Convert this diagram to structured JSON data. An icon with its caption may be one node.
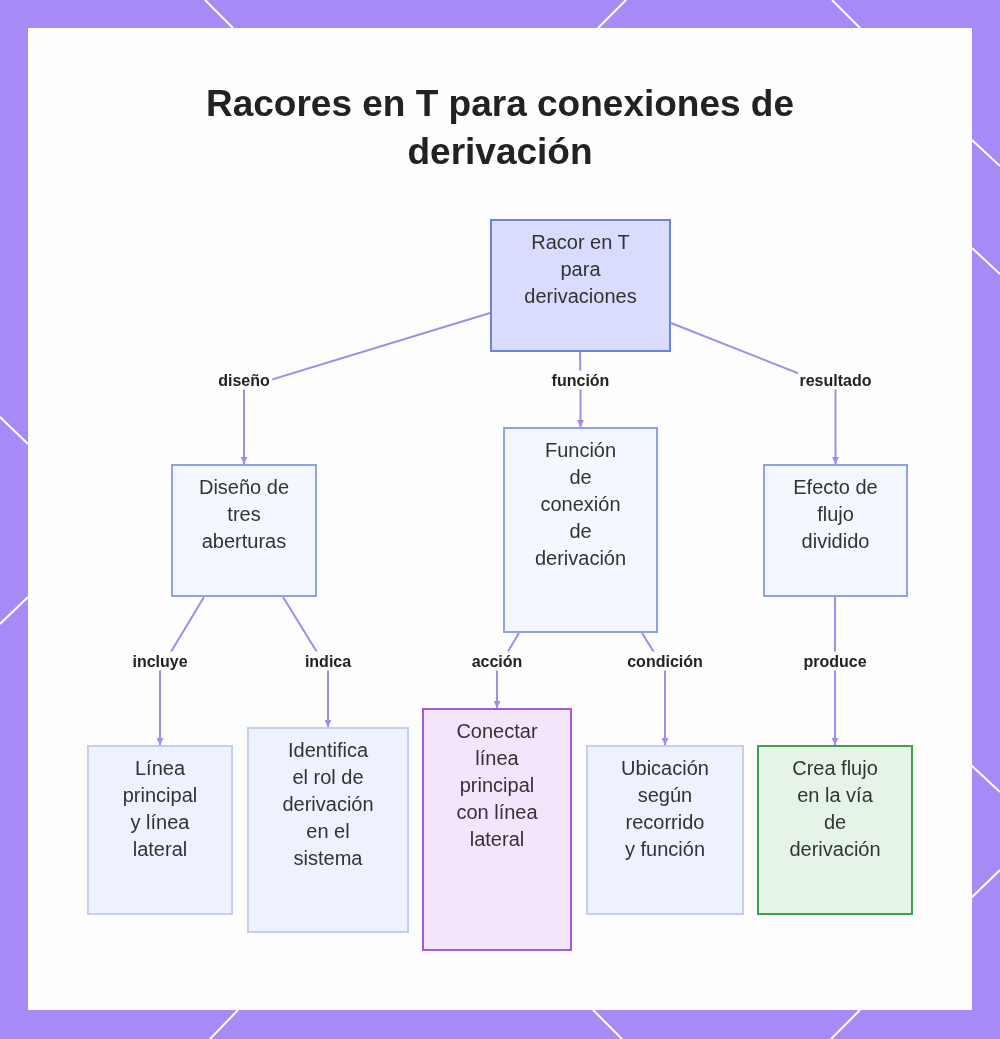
{
  "diagram": {
    "title": "Racores en T para conexiones de derivación",
    "nodes": [
      {
        "text": [
          "Racor en T para derivaciones"
        ]
      },
      {
        "text": [
          "Diseño de tres aberturas"
        ]
      },
      {
        "text": [
          "Función de conexión de derivación"
        ]
      },
      {
        "text": [
          "Efecto de flujo dividido"
        ]
      },
      {
        "text": [
          "Línea principal y línea lateral"
        ]
      },
      {
        "text": [
          "Identifica el rol de derivación en el sistema"
        ]
      },
      {
        "text": [
          "Conectar línea principal con línea lateral"
        ]
      },
      {
        "text": [
          "Ubicación según recorrido y función"
        ]
      },
      {
        "text": [
          "Crea flujo en la vía de derivación"
        ]
      }
    ],
    "edges": [
      {
        "from": 0,
        "to": 1,
        "arrow": "to",
        "label": "diseño"
      },
      {
        "from": 0,
        "to": 2,
        "arrow": "to",
        "label": "función"
      },
      {
        "from": 0,
        "to": 3,
        "arrow": "to",
        "label": "resultado"
      },
      {
        "from": 1,
        "to": 4,
        "arrow": "to",
        "label": "incluye"
      },
      {
        "from": 1,
        "to": 5,
        "arrow": "to",
        "label": "indica"
      },
      {
        "from": 2,
        "to": 6,
        "arrow": "to",
        "label": "acción"
      },
      {
        "from": 2,
        "to": 7,
        "arrow": "to",
        "label": "condición"
      },
      {
        "from": 3,
        "to": 8,
        "arrow": "to",
        "label": "produce"
      }
    ]
  }
}
